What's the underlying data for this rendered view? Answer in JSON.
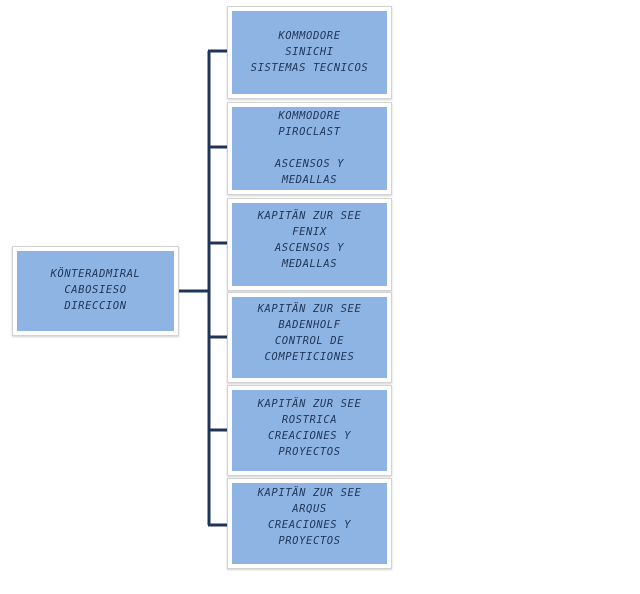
{
  "colors": {
    "box_fill": "#8eb4e3",
    "connector": "#1f3558",
    "text": "#1f3558"
  },
  "root": {
    "lines": [
      "KÖNTERADMIRAL",
      "CABOSIESO",
      "DIRECCION"
    ]
  },
  "children": [
    {
      "lines": [
        "KOMMODORE",
        "SINICHI",
        "SISTEMAS TECNICOS"
      ]
    },
    {
      "lines": [
        "KOMMODORE",
        "PIROCLAST",
        "",
        "ASCENSOS Y",
        "MEDALLAS"
      ]
    },
    {
      "lines": [
        "KAPITÄN ZUR SEE",
        "FENIX",
        "ASCENSOS Y",
        "MEDALLAS"
      ]
    },
    {
      "lines": [
        "KAPITÄN ZUR SEE",
        "BADENHOLF",
        "CONTROL DE",
        "COMPETICIONES"
      ]
    },
    {
      "lines": [
        "KAPITÄN ZUR SEE",
        "ROSTRICA",
        "CREACIONES Y",
        "PROYECTOS"
      ]
    },
    {
      "lines": [
        "KAPITÄN ZUR SEE",
        "ARQUS",
        "CREACIONES Y",
        "PROYECTOS"
      ]
    }
  ]
}
